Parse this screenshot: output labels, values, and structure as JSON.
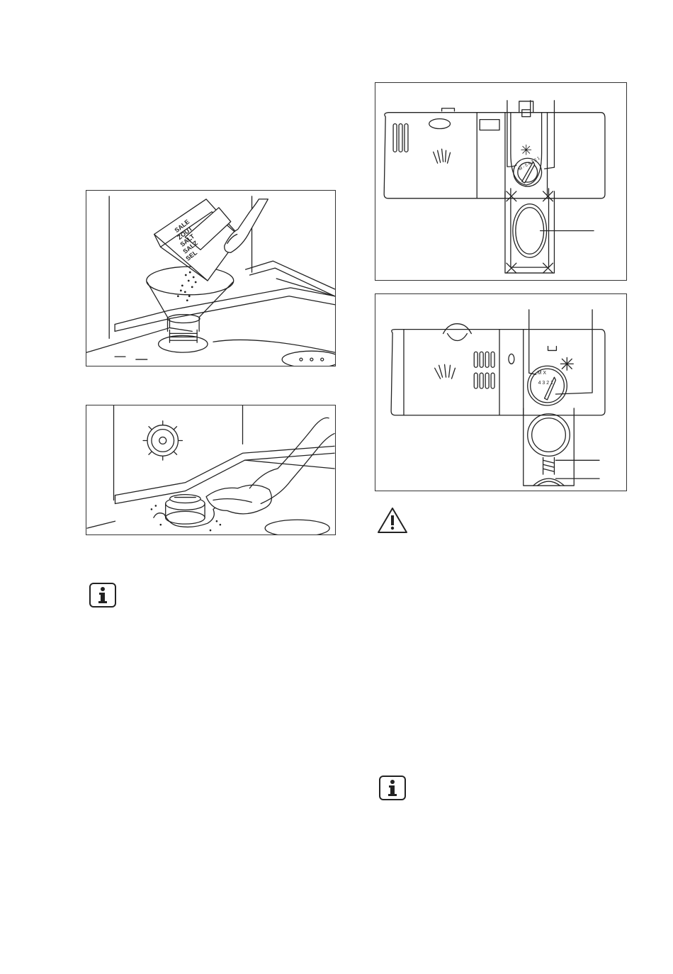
{
  "salt_box": {
    "labels": [
      "SALE",
      "ZOUT",
      "SALT",
      "SALZ",
      "SEL"
    ]
  },
  "dial_old": {
    "scale": "M - 5 4 3 2 1"
  },
  "dial_new": {
    "letters": "M  X",
    "numbers": "4 3 2 1"
  },
  "icons": {
    "info_1": "info-icon",
    "warning": "warning-icon",
    "info_2": "info-icon"
  }
}
